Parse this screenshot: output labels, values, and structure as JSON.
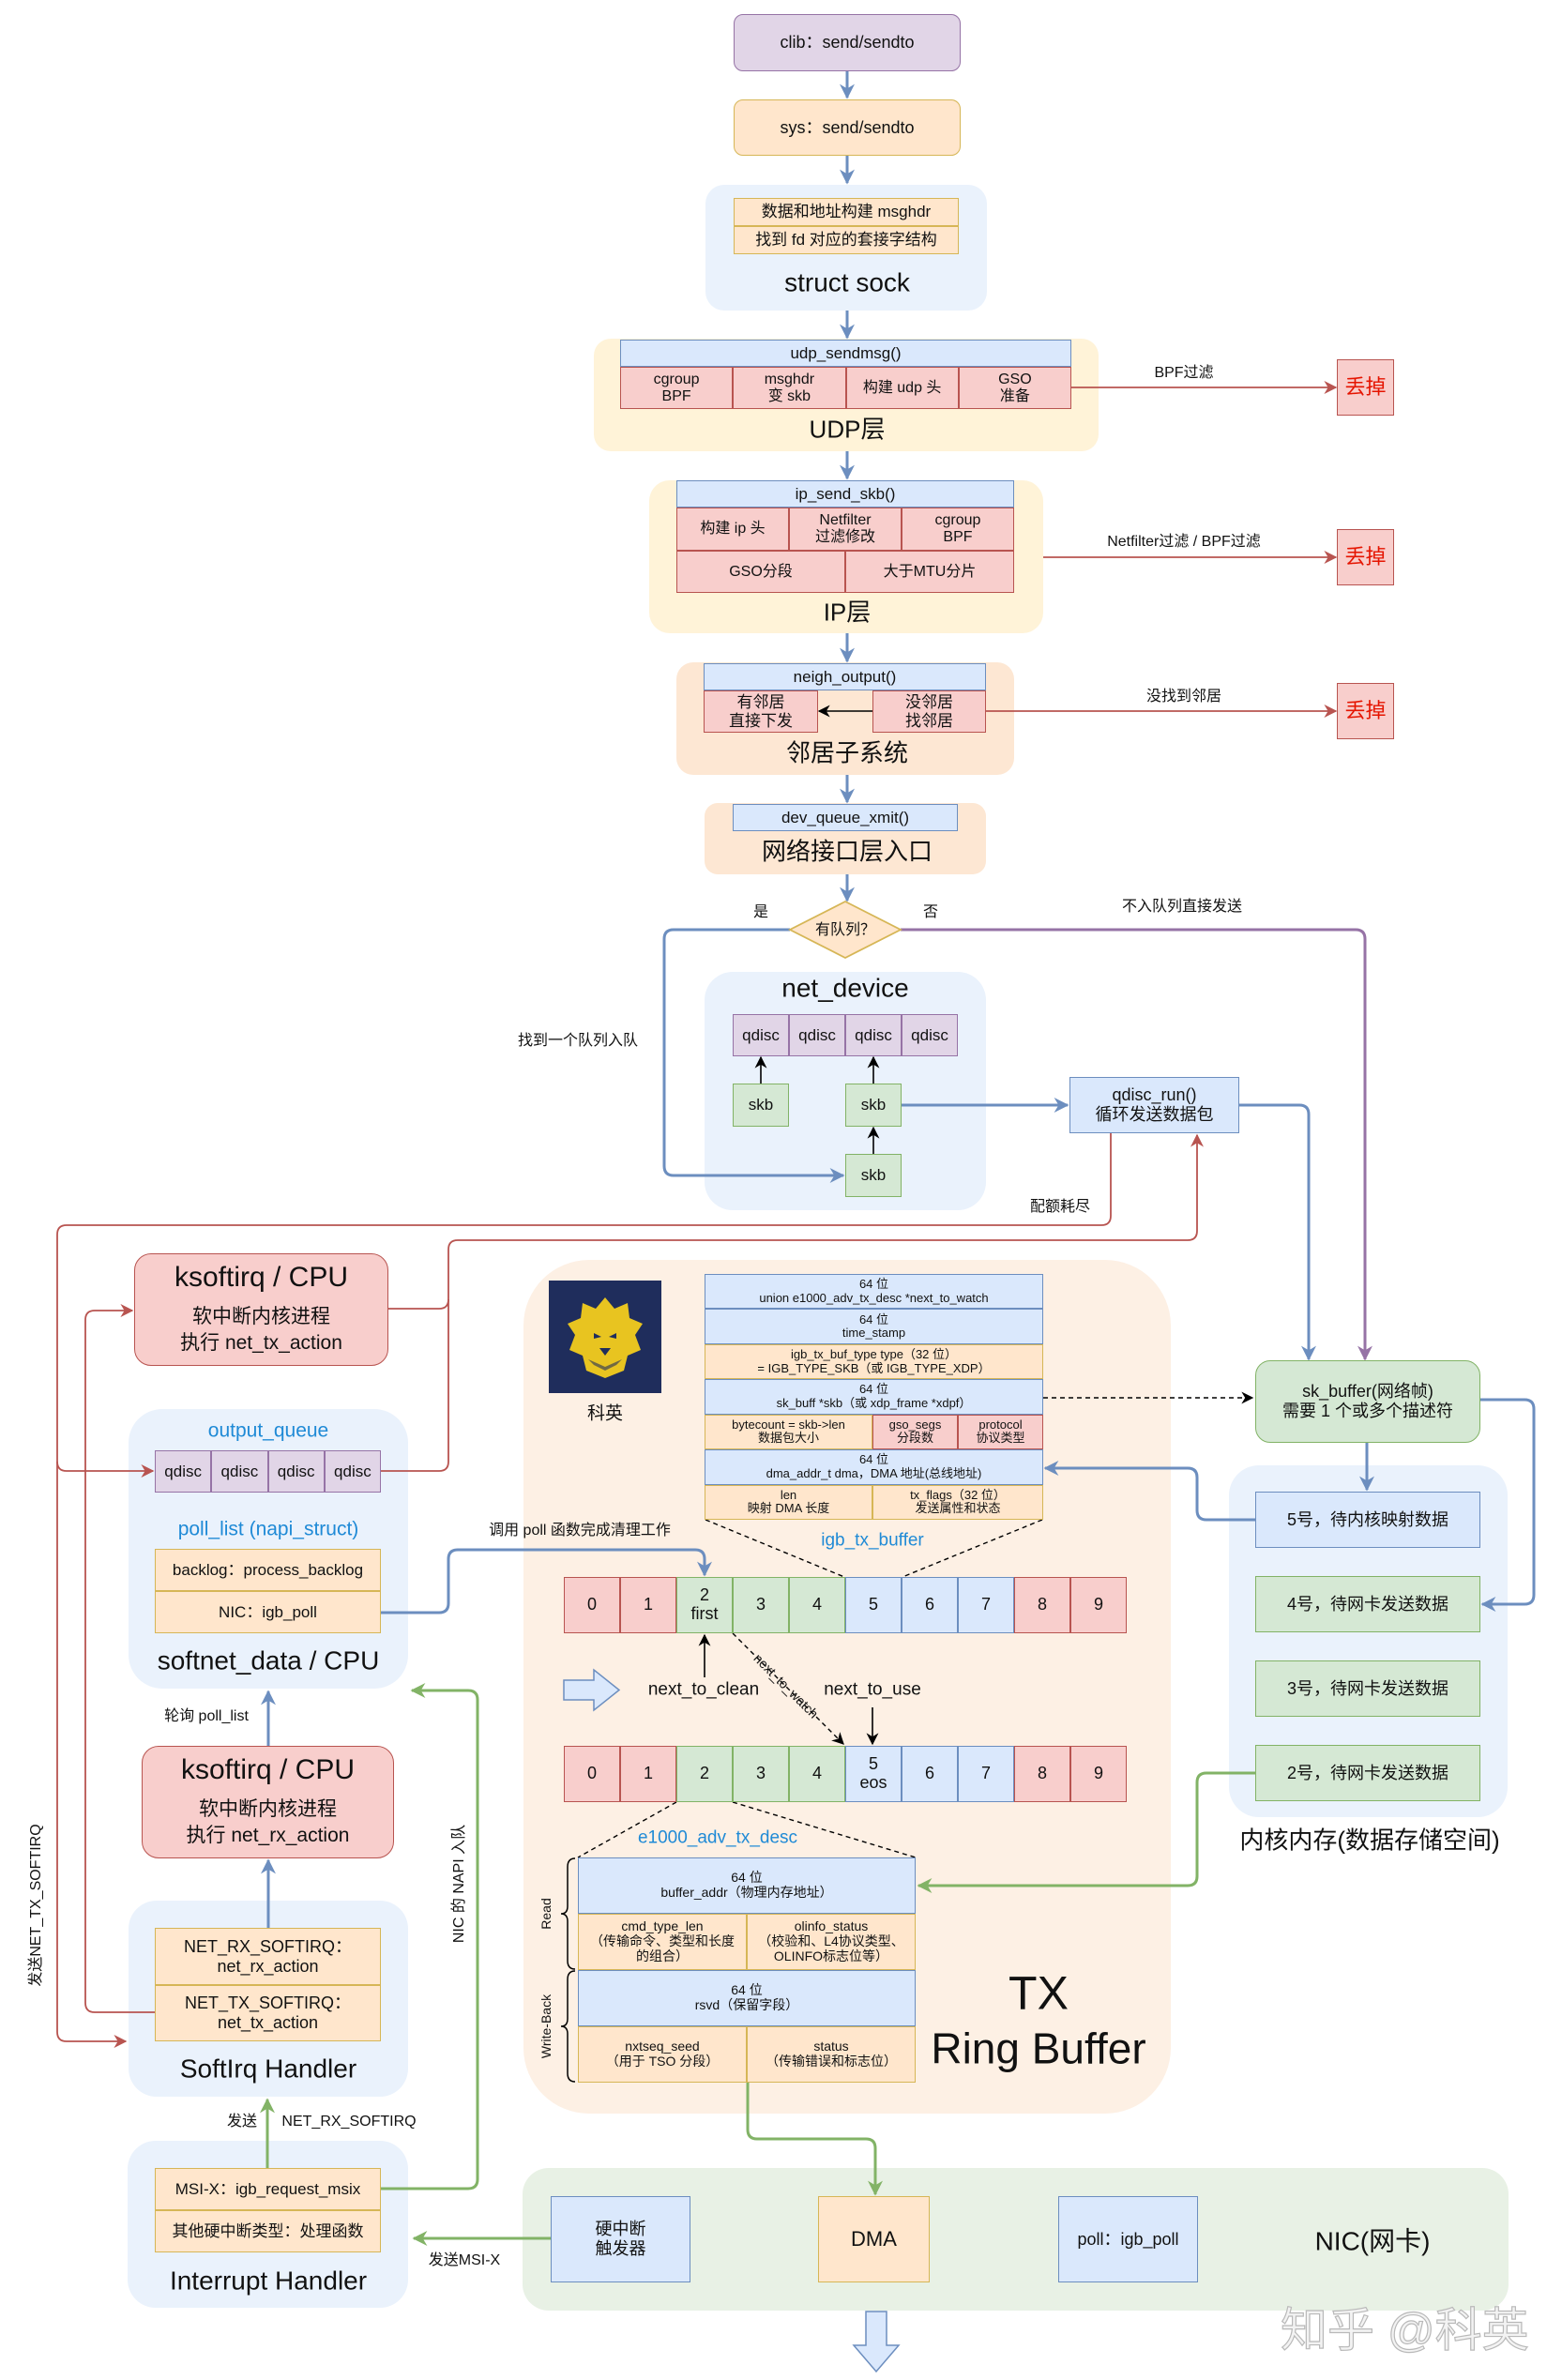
{
  "colors": {
    "blue-fill": "#dae8fc",
    "blue-line": "#6c8ebf",
    "red-fill": "#f8cecc",
    "red-line": "#b85450",
    "green-fill": "#d5e8d4",
    "green-line": "#82b366",
    "purple-fill": "#e1d5e7",
    "purple-line": "#9673a6",
    "orange-fill": "#ffe6cc",
    "orange-line": "#d6b656"
  },
  "stack": {
    "clib": "clib：send/sendto",
    "sys": "sys：send/sendto",
    "struct_sock": {
      "rows": [
        "数据和地址构建 msghdr",
        "找到 fd 对应的套接字结构"
      ],
      "label": "struct sock"
    },
    "udp": {
      "header": "udp_sendmsg()",
      "cells": [
        "cgroup\nBPF",
        "msghdr\n变 skb",
        "构建 udp 头",
        "GSO\n准备"
      ],
      "label": "UDP层",
      "drop_reason": "BPF过滤",
      "drop": "丢掉"
    },
    "ip": {
      "header": "ip_send_skb()",
      "row1": [
        "构建 ip 头",
        "Netfilter\n过滤修改",
        "cgroup\nBPF"
      ],
      "row2": [
        "GSO分段",
        "大于MTU分片"
      ],
      "label": "IP层",
      "drop_reason": "Netfilter过滤 / BPF过滤",
      "drop": "丢掉"
    },
    "neigh": {
      "header": "neigh_output()",
      "cells": [
        "有邻居\n直接下发",
        "没邻居\n找邻居"
      ],
      "label": "邻居子系统",
      "drop_reason": "没找到邻居",
      "drop": "丢掉"
    },
    "netif": {
      "header": "dev_queue_xmit()",
      "label": "网络接口层入口"
    }
  },
  "decision": {
    "question": "有队列？",
    "yes": "是",
    "no": "否",
    "no_path_label": "不入队列直接发送",
    "yes_path_label": "找到一个队列入队"
  },
  "net_device": {
    "label": "net_device",
    "qdiscs": [
      "qdisc",
      "qdisc",
      "qdisc",
      "qdisc"
    ],
    "skbs": [
      "skb",
      "skb",
      "skb"
    ]
  },
  "qdisc_run": {
    "text": "qdisc_run()\n循环发送数据包",
    "quota_label": "配额耗尽"
  },
  "ksoftirq_tx": {
    "title": "ksoftirq / CPU",
    "desc": "软中断内核进程\n执行 net_tx_action"
  },
  "softnet_data": {
    "output_queue_label": "output_queue",
    "qdiscs": [
      "qdisc",
      "qdisc",
      "qdisc",
      "qdisc"
    ],
    "poll_list_label": "poll_list (napi_struct)",
    "poll_rows": [
      "backlog：process_backlog",
      "NIC：igb_poll"
    ],
    "label": "softnet_data / CPU",
    "poll_call_label": "调用 poll 函数完成清理工作",
    "poll_loop_label": "轮询 poll_list"
  },
  "ksoftirq_rx": {
    "title": "ksoftirq / CPU",
    "desc": "软中断内核进程\n执行 net_rx_action"
  },
  "softirq_handler": {
    "rows": [
      "NET_RX_SOFTIRQ：\nnet_rx_action",
      "NET_TX_SOFTIRQ：\nnet_tx_action"
    ],
    "label": "SoftIrq Handler",
    "raise_tx_label": "发送NET_TX_SOFTIRQ"
  },
  "interrupt_handler": {
    "rows": [
      "MSI-X：igb_request_msix",
      "其他硬中断类型：处理函数"
    ],
    "label": "Interrupt Handler",
    "raise_rx_label_1": "发送",
    "raise_rx_label_2": "NET_RX_SOFTIRQ",
    "napi_label": "NIC 的 NAPI 入队"
  },
  "tx_ring": {
    "logo_caption": "科英",
    "igb_tx_buffer": {
      "name": "igb_tx_buffer",
      "rows": [
        {
          "cells": [
            "64 位\nunion e1000_adv_tx_desc *next_to_watch"
          ]
        },
        {
          "cells": [
            "64 位\ntime_stamp"
          ]
        },
        {
          "cells": [
            "igb_tx_buf_type type（32 位）\n= IGB_TYPE_SKB（或 IGB_TYPE_XDP）"
          ]
        },
        {
          "cells": [
            "64 位\nsk_buff *skb（或 xdp_frame *xdpf）"
          ]
        },
        {
          "cells": [
            "bytecount = skb->len\n数据包大小",
            "gso_segs\n分段数",
            "protocol\n协议类型"
          ]
        },
        {
          "cells": [
            "64 位\ndma_addr_t dma，DMA 地址(总线地址)"
          ]
        },
        {
          "cells": [
            "len\n映射 DMA 长度",
            "tx_flags（32 位）\n发送属性和状态"
          ]
        }
      ]
    },
    "ring_before": {
      "cells": [
        "0",
        "1",
        "2\nfirst",
        "3",
        "4",
        "5",
        "6",
        "7",
        "8",
        "9"
      ],
      "cell_colors": [
        "red",
        "red",
        "green",
        "green",
        "green",
        "blue",
        "blue",
        "blue",
        "red",
        "red"
      ]
    },
    "ring_after": {
      "cells": [
        "0",
        "1",
        "2",
        "3",
        "4",
        "5\neos",
        "6",
        "7",
        "8",
        "9"
      ],
      "cell_colors": [
        "red",
        "red",
        "green",
        "green",
        "green",
        "blue",
        "blue",
        "blue",
        "red",
        "red"
      ]
    },
    "pointers": {
      "next_to_clean": "next_to_clean",
      "next_to_use": "next_to_use",
      "next_to_watch": "next_to_watch"
    },
    "desc": {
      "name": "e1000_adv_tx_desc",
      "read_label": "Read",
      "writeback_label": "Write-Back",
      "rows": [
        {
          "cells": [
            "64 位\nbuffer_addr（物理内存地址）"
          ]
        },
        {
          "cells": [
            "cmd_type_len\n（传输命令、类型和长度\n的组合）",
            "olinfo_status\n（校验和、L4协议类型、\nOLINFO标志位等）"
          ]
        },
        {
          "cells": [
            "64 位\nrsvd（保留字段）"
          ]
        },
        {
          "cells": [
            "nxtseq_seed\n（用于 TSO 分段）",
            "status\n（传输错误和标志位）"
          ]
        }
      ]
    },
    "title_1": "TX",
    "title_2": "Ring Buffer"
  },
  "sk_buffer": {
    "text": "sk_buffer(网络帧)\n需要 1 个或多个描述符"
  },
  "kernel_memory": {
    "items": [
      "5号，待内核映射数据",
      "4号，待网卡发送数据",
      "3号，待网卡发送数据",
      "2号，待网卡发送数据"
    ],
    "label": "内核内存(数据存储空间)"
  },
  "nic": {
    "irq_trigger": "硬中断\n触发器",
    "dma": "DMA",
    "poll": "poll：igb_poll",
    "label": "NIC(网卡)",
    "msix_label": "发送MSI-X"
  },
  "watermark": "知乎 @科英"
}
